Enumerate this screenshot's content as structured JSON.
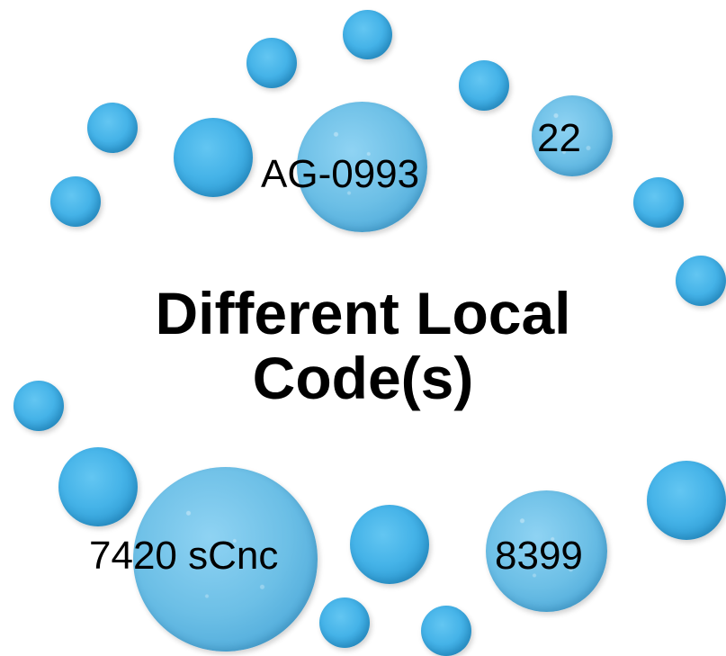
{
  "title_line1": "Different Local",
  "title_line2": "Code(s)",
  "labels": {
    "top_center": "AG-0993",
    "top_right": "22",
    "bottom_left": "7420 sCnc",
    "bottom_right": "8399"
  },
  "colors": {
    "bubble": "#45b3e8",
    "text": "#000000",
    "background": "#ffffff"
  }
}
